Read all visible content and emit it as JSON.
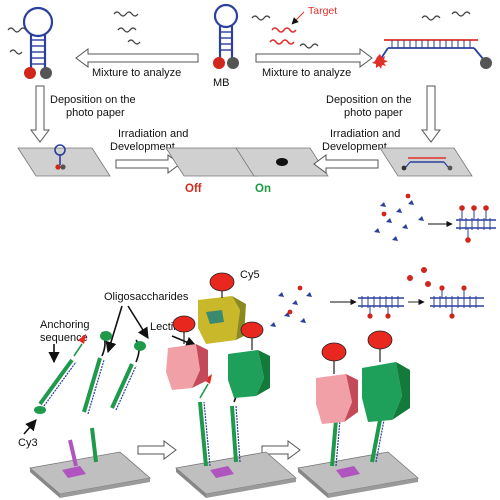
{
  "labels": {
    "target": "Target",
    "mixture_left": "Mixture to analyze",
    "mixture_right": "Mixture to analyze",
    "mb": "MB",
    "deposition_left_line1": "Deposition on the",
    "deposition_left_line2": "photo paper",
    "deposition_right_line1": "Deposition on the",
    "deposition_right_line2": "photo paper",
    "irradiation_left_line1": "Irradiation and",
    "irradiation_left_line2": "Development",
    "irradiation_right_line1": "Irradiation and",
    "irradiation_right_line2": "Development",
    "off": "Off",
    "on": "On",
    "cy5": "Cy5",
    "lectins": "Lectins",
    "oligosaccharides": "Oligosaccharides",
    "anchoring_line1": "Anchoring",
    "anchoring_line2": "sequence",
    "cy3": "Cy3"
  },
  "colors": {
    "off": "#d42a1e",
    "on": "#1a9b3c",
    "target": "#e0302a",
    "dna_blue": "#2b3f9e",
    "quencher_red": "#d0261c",
    "lectin_pink": "#f2a0a8",
    "lectin_green": "#1fa05a",
    "lectin_yellow": "#c8b82a",
    "cy5_red": "#e8271f",
    "sugar_green": "#1f9a4a"
  }
}
